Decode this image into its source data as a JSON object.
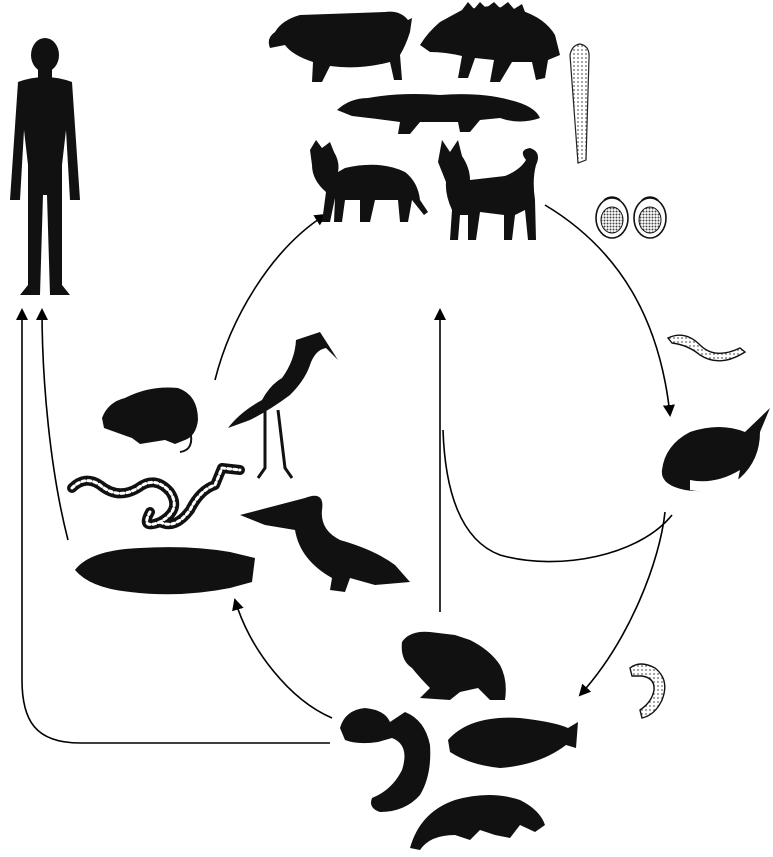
{
  "diagram": {
    "kind": "parasite-life-cycle",
    "colors": {
      "silhouette": "#111111",
      "arrow": "#000000",
      "background": "#ffffff",
      "stipple": "#777777"
    },
    "organisms": [
      "human-silhouette",
      "domestic-pig",
      "wild-boar",
      "mustelid",
      "cat",
      "dog",
      "adult-worm",
      "eggs",
      "free-swimming-larva",
      "copepod",
      "larva-stage",
      "frog",
      "fish",
      "eel",
      "salamander",
      "rat",
      "heron",
      "snake",
      "pelican",
      "snakehead-fish"
    ]
  }
}
